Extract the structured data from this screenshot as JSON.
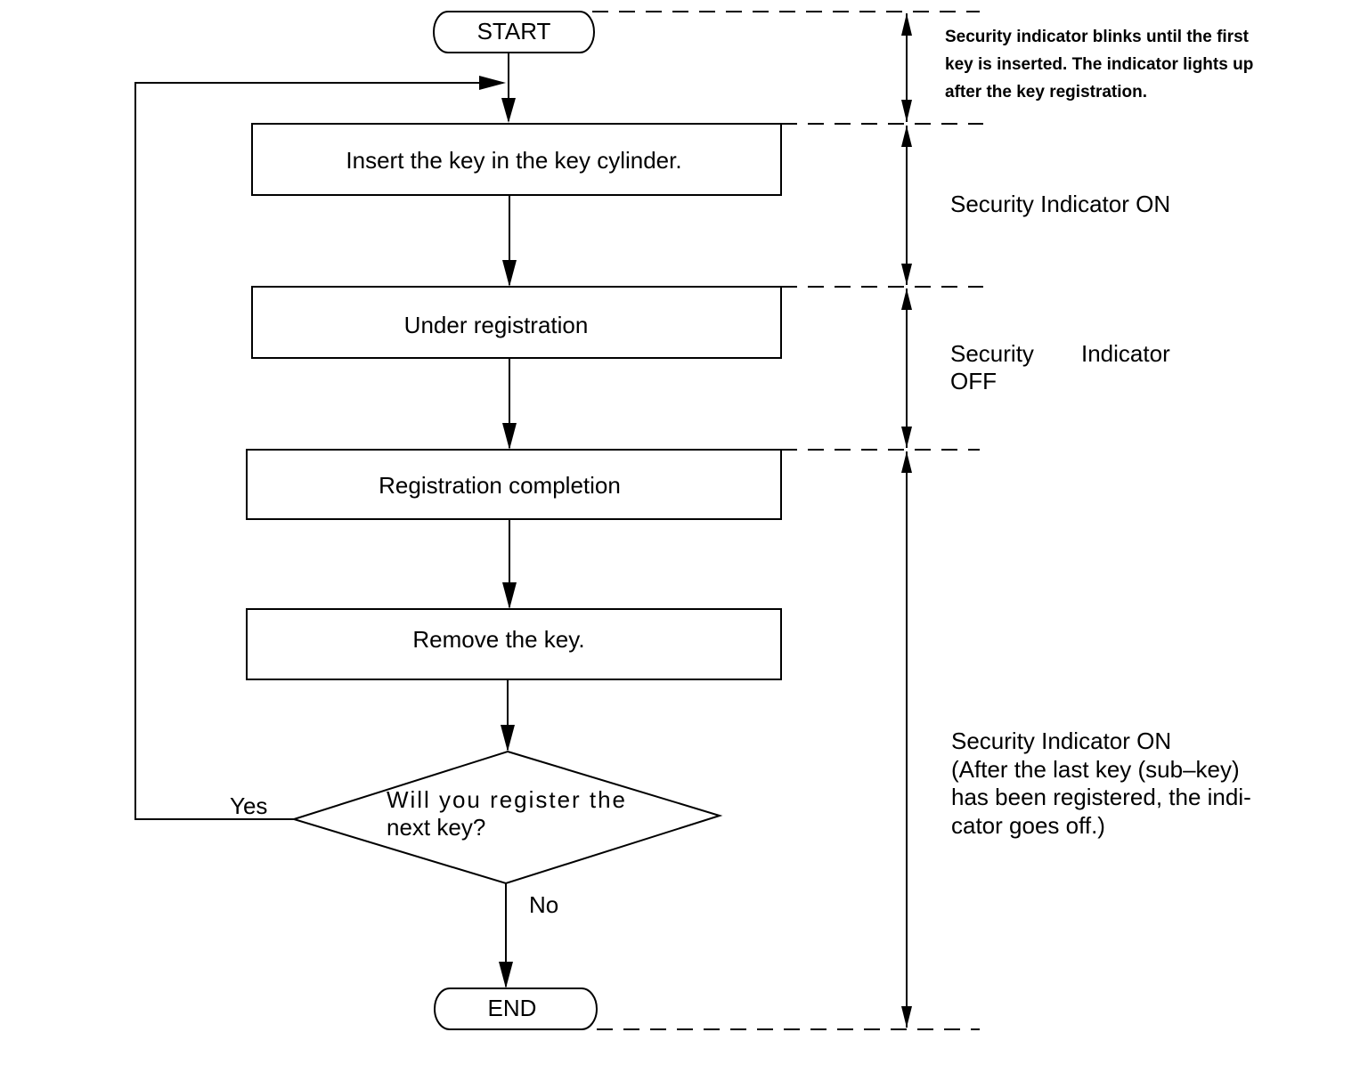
{
  "flow": {
    "start": "START",
    "step_insert": "Insert the key in the key cylinder.",
    "step_under_registration": "Under registration",
    "step_registration_completion": "Registration completion",
    "step_remove_key": "Remove the key.",
    "decision_line1": "Will you register the",
    "decision_line2": "next key?",
    "yes_label": "Yes",
    "no_label": "No",
    "end": "END"
  },
  "notes": {
    "blink_line1": "Security indicator blinks until the first",
    "blink_line2": "key is inserted. The indicator lights up",
    "blink_line3": "after the key registration.",
    "on_first": "Security Indicator ON",
    "off_line1": "Security",
    "off_line1b": "Indicator",
    "off_line2": "OFF",
    "on_last_line1": "Security Indicator ON",
    "on_last_line2": "(After the last key (sub–key)",
    "on_last_line3": "has been registered, the indi-",
    "on_last_line4": "cator goes off.)"
  }
}
